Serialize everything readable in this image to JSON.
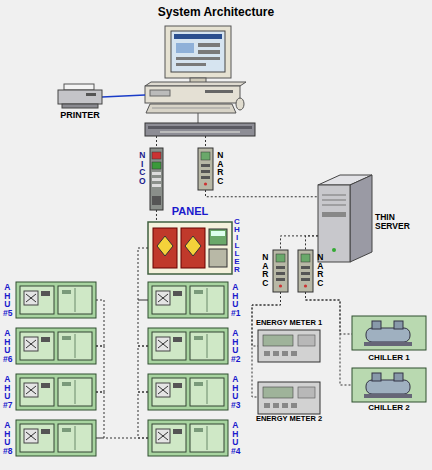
{
  "diagram": {
    "title": "System Architecture",
    "nodes": [
      {
        "text": [
          "PRINTER"
        ]
      },
      {
        "text": [
          "N I C O"
        ]
      },
      {
        "text": [
          "N A R C"
        ]
      },
      {
        "text": [
          "THIN SERVER"
        ]
      },
      {
        "text": [
          "PANEL",
          "C H I L L E R"
        ]
      },
      {
        "text": [
          "N A R C"
        ]
      },
      {
        "text": [
          "N A R C"
        ]
      },
      {
        "text": [
          "A H U #5"
        ]
      },
      {
        "text": [
          "A H U #1"
        ]
      },
      {
        "text": [
          "A H U #6"
        ]
      },
      {
        "text": [
          "A H U #2"
        ]
      },
      {
        "text": [
          "ENERGY METER 1"
        ]
      },
      {
        "text": [
          "CHILLER 1"
        ]
      },
      {
        "text": [
          "A H U #7"
        ]
      },
      {
        "text": [
          "A H U #3"
        ]
      },
      {
        "text": [
          "ENERGY METER 2"
        ]
      },
      {
        "text": [
          "CHILLER 2"
        ]
      },
      {
        "text": [
          "A H U #8"
        ]
      },
      {
        "text": [
          "A H U #4"
        ]
      }
    ],
    "edges": [
      {
        "from": 1,
        "to": 4,
        "arrow": "none"
      },
      {
        "from": 4,
        "to": 8,
        "arrow": "none"
      },
      {
        "from": 8,
        "to": 10,
        "arrow": "none"
      },
      {
        "from": 10,
        "to": 14,
        "arrow": "none"
      },
      {
        "from": 14,
        "to": 18,
        "arrow": "none"
      },
      {
        "from": 18,
        "to": 17,
        "arrow": "none"
      },
      {
        "from": 17,
        "to": 13,
        "arrow": "none"
      },
      {
        "from": 13,
        "to": 9,
        "arrow": "none"
      },
      {
        "from": 9,
        "to": 7,
        "arrow": "none"
      },
      {
        "from": 2,
        "to": 3,
        "arrow": "none"
      },
      {
        "from": 3,
        "to": 5,
        "arrow": "none"
      },
      {
        "from": 3,
        "to": 6,
        "arrow": "none"
      },
      {
        "from": 5,
        "to": 11,
        "arrow": "none"
      },
      {
        "from": 5,
        "to": 15,
        "arrow": "none"
      },
      {
        "from": 6,
        "to": 12,
        "arrow": "none"
      },
      {
        "from": 6,
        "to": 16,
        "arrow": "none"
      }
    ]
  }
}
